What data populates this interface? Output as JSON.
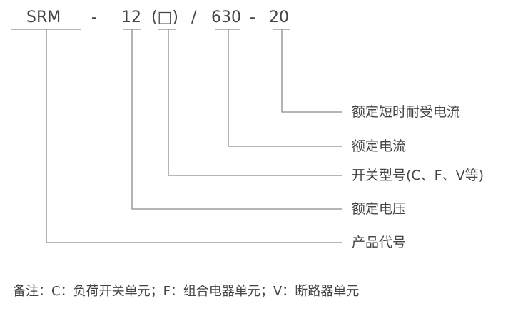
{
  "model_code": {
    "product": "SRM",
    "dash1": "-",
    "voltage": "12",
    "switch_type": "(□)",
    "slash": "/",
    "current": "630",
    "dash2": "-",
    "short_time": "20"
  },
  "labels": {
    "short_time": "额定短时耐受电流",
    "current": "额定电流",
    "switch_type": "开关型号(C、F、V等)",
    "voltage": "额定电压",
    "product": "产品代号"
  },
  "note": "备注：C：负荷开关单元；F：组合电器单元；V：断路器单元"
}
